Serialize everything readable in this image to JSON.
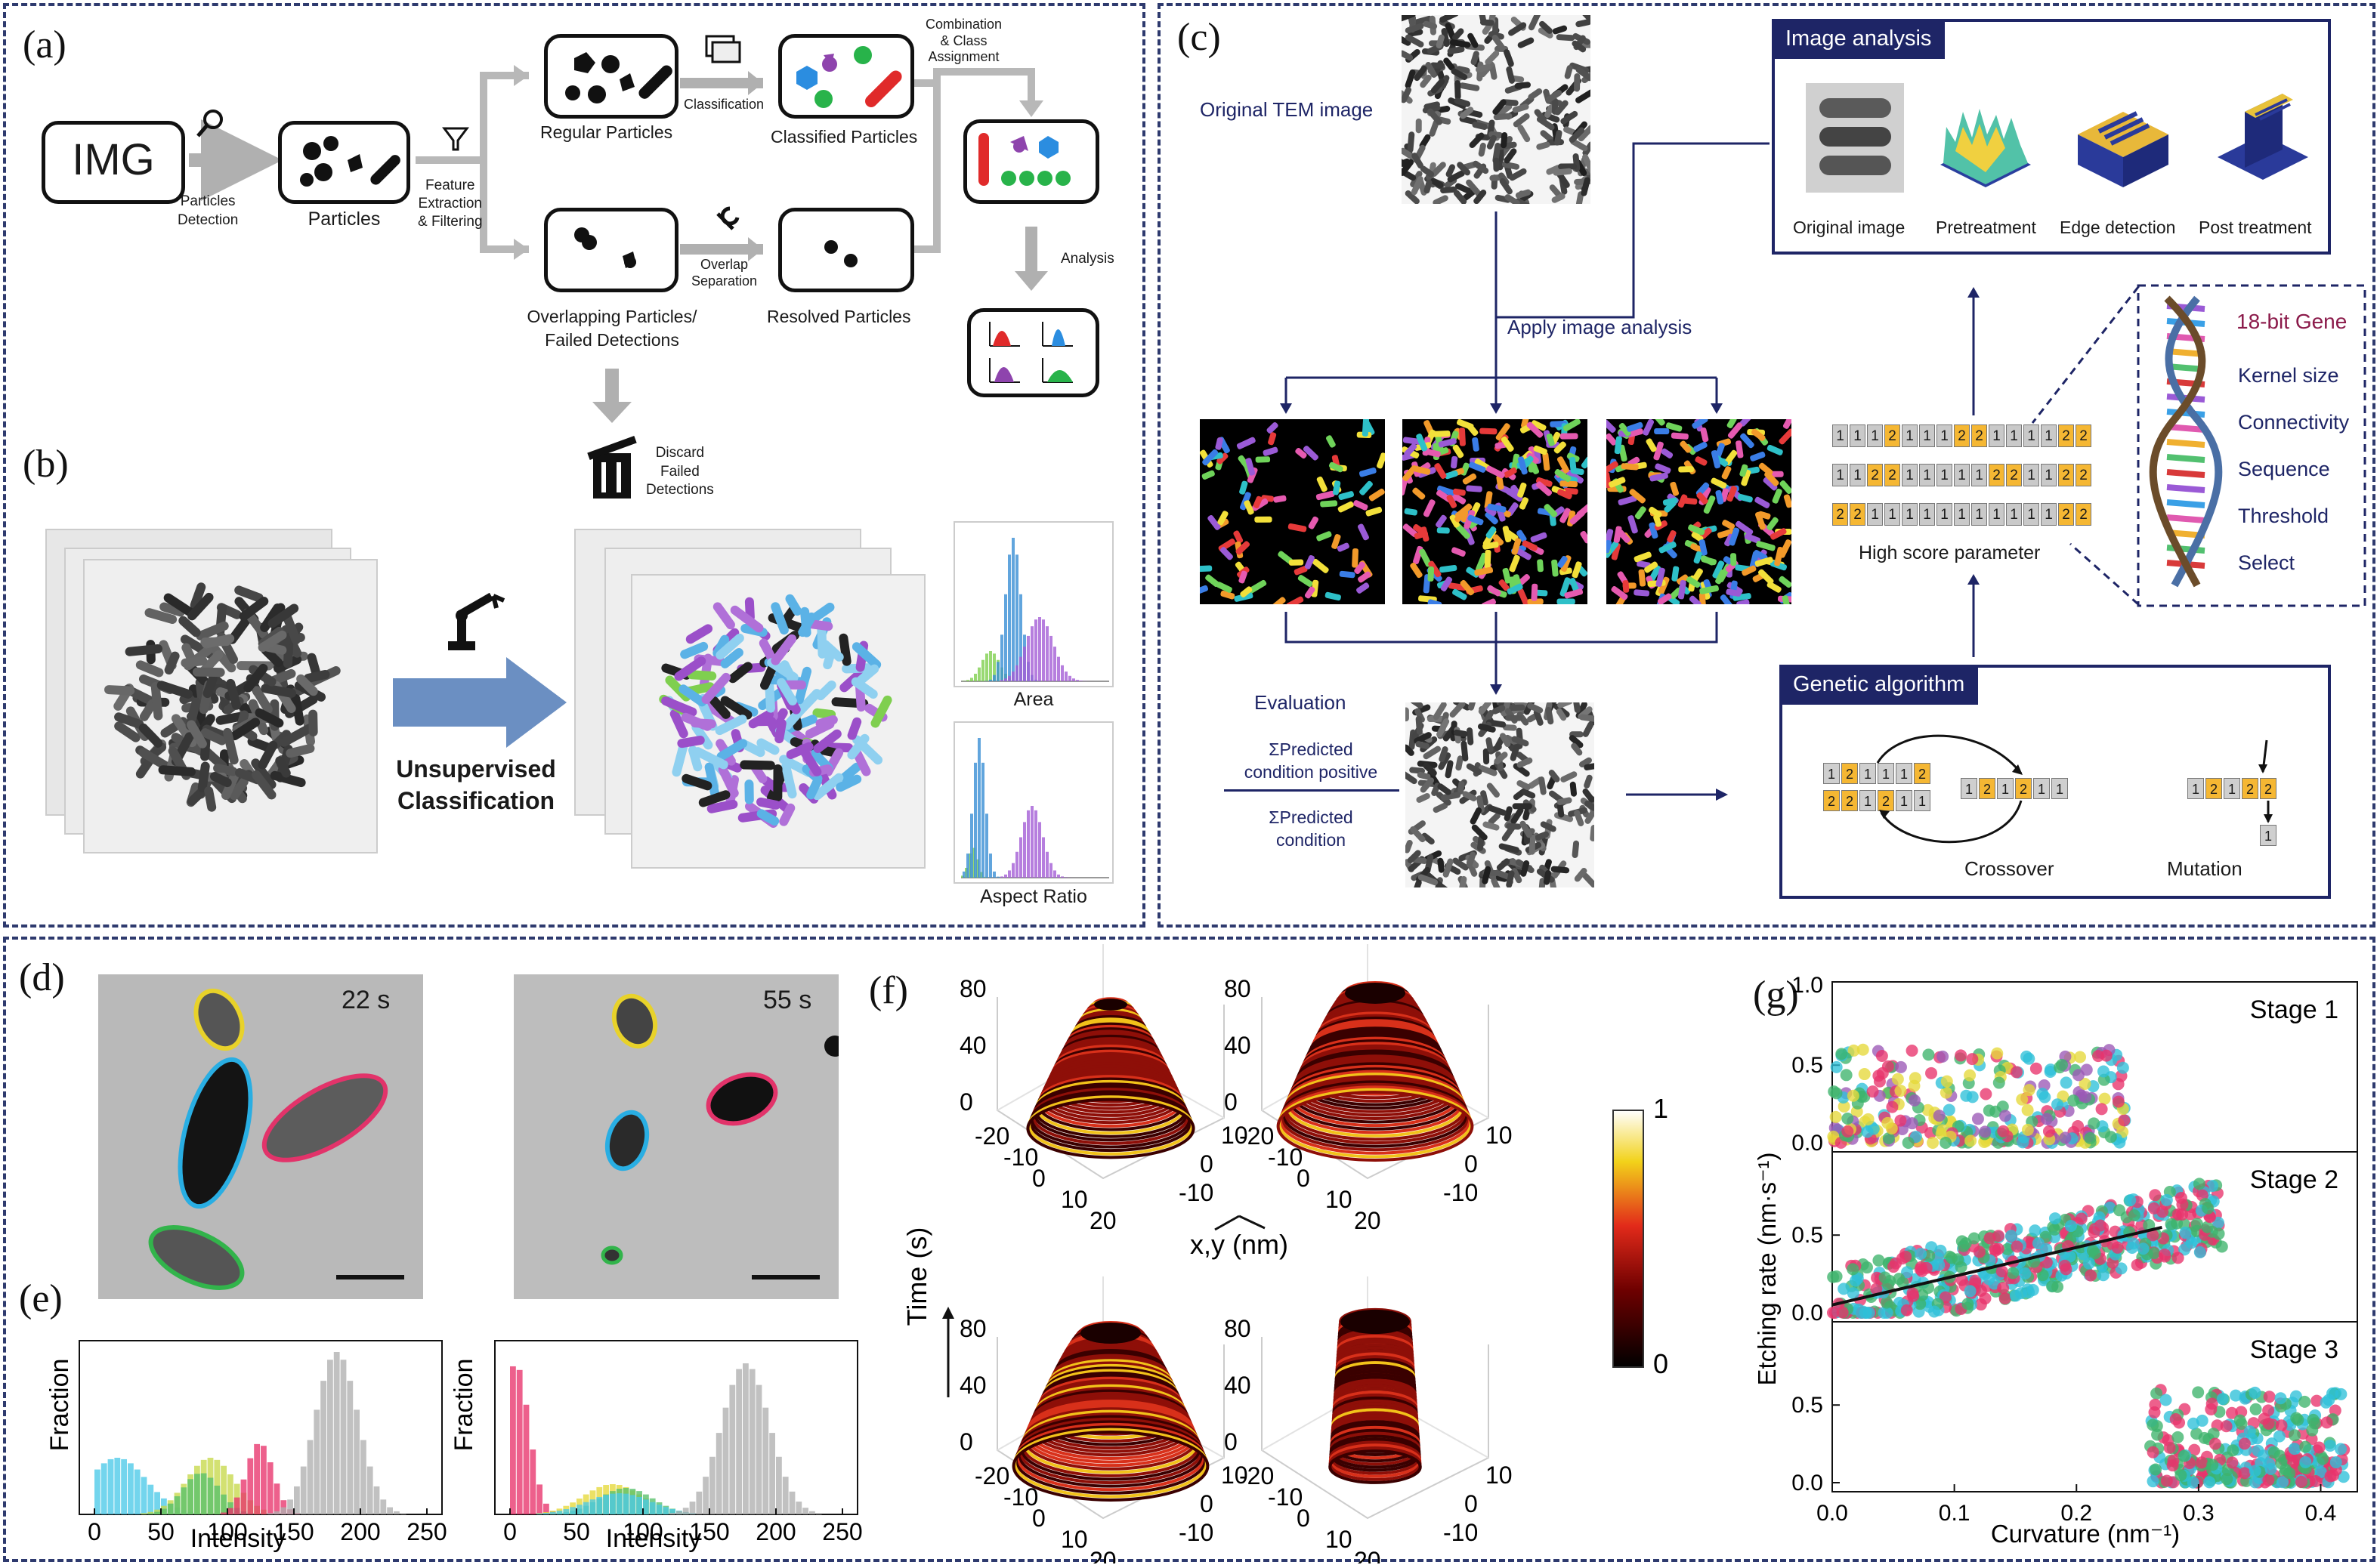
{
  "panel_labels": {
    "a": "(a)",
    "b": "(b)",
    "c": "(c)",
    "d": "(d)",
    "e": "(e)",
    "f": "(f)",
    "g": "(g)"
  },
  "panel_a": {
    "img_box": "IMG",
    "particles_detection": "Particles\nDetection",
    "particles": "Particles",
    "feature_extraction": "Feature\nExtraction\n& Filtering",
    "regular_particles": "Regular Particles",
    "classification": "Classification",
    "classified_particles": "Classified Particles",
    "combination": "Combination\n& Class\nAssignment",
    "overlapping": "Overlapping Particles/\nFailed Detections",
    "overlap_separation": "Overlap\nSeparation",
    "resolved_particles": "Resolved Particles",
    "analysis": "Analysis",
    "discard": "Discard\nFailed\nDetections"
  },
  "panel_b": {
    "arrow_label": "Unsupervised\nClassification",
    "hist_area": "Area",
    "hist_aspect": "Aspect Ratio"
  },
  "panel_c": {
    "original_tem": "Original TEM image",
    "image_analysis_title": "Image analysis",
    "ia_steps": [
      "Original image",
      "Pretreatment",
      "Edge detection",
      "Post treatment"
    ],
    "apply_image_analysis": "Apply image analysis",
    "high_score": "High score parameter",
    "gene_rows": [
      [
        "1",
        "1",
        "1",
        "2",
        "1",
        "1",
        "1",
        "2",
        "2",
        "1",
        "1",
        "1",
        "1",
        "2",
        "2"
      ],
      [
        "1",
        "1",
        "2",
        "2",
        "1",
        "1",
        "1",
        "1",
        "1",
        "2",
        "2",
        "1",
        "1",
        "2",
        "2"
      ],
      [
        "2",
        "2",
        "1",
        "1",
        "1",
        "1",
        "1",
        "1",
        "1",
        "1",
        "1",
        "1",
        "1",
        "2",
        "2"
      ]
    ],
    "gene_title": "18-bit Gene",
    "gene_items": [
      "Kernel size",
      "Connectivity",
      "Sequence",
      "Threshold",
      "Select"
    ],
    "evaluation": "Evaluation",
    "numerator": "ΣPredicted\ncondition positive",
    "denominator": "ΣPredicted\ncondition",
    "genetic_title": "Genetic algorithm",
    "crossover": "Crossover",
    "mutation": "Mutation",
    "xo_row1": [
      "1",
      "2",
      "1",
      "1",
      "1",
      "2"
    ],
    "xo_row2": [
      "2",
      "2",
      "1",
      "2",
      "1",
      "1"
    ],
    "xo_child": [
      "1",
      "2",
      "1",
      "2",
      "1",
      "1"
    ],
    "mut_row": [
      "1",
      "2",
      "1",
      "2",
      "2"
    ],
    "mut_drop": "1"
  },
  "panel_d": {
    "time1": "22 s",
    "time2": "55 s"
  },
  "panel_e": {
    "ylabel": "Fraction",
    "xlabel": "Intensity",
    "ticks": [
      "0",
      "50",
      "100",
      "150",
      "200",
      "250"
    ]
  },
  "panel_f": {
    "zlabel": "Time (s)",
    "xylabel": "x,y (nm)",
    "zticks": [
      "0",
      "40",
      "80"
    ],
    "xticks_left": [
      "-20",
      "-10",
      "0",
      "10",
      "20"
    ],
    "yticks_right": [
      "-10",
      "0",
      "10"
    ],
    "colorbar": [
      "1",
      "0"
    ]
  },
  "chart_data": {
    "type": "scatter",
    "xlabel": "Curvature (nm⁻¹)",
    "ylabel": "Etching rate (nm·s⁻¹)",
    "xlim": [
      0.0,
      0.43
    ],
    "xticks": [
      "0.0",
      "0.1",
      "0.2",
      "0.3",
      "0.4"
    ],
    "yticks": [
      "0.0",
      "0.5",
      "1.0"
    ],
    "ylim_each": [
      0.0,
      0.9
    ],
    "panels": [
      {
        "name": "Stage 1",
        "x_range": [
          0.0,
          0.24
        ],
        "y_range": [
          0.0,
          0.6
        ]
      },
      {
        "name": "Stage 2",
        "x_range": [
          0.0,
          0.32
        ],
        "y_range": [
          0.0,
          0.9
        ],
        "fit_line": {
          "x": [
            0.0,
            0.27
          ],
          "y": [
            0.05,
            0.55
          ]
        }
      },
      {
        "name": "Stage 3",
        "x_range": [
          0.26,
          0.42
        ],
        "y_range": [
          0.0,
          0.6
        ]
      }
    ],
    "colors": [
      "#e8336b",
      "#2ec0d8",
      "#3db36b",
      "#e6d83a",
      "#9b59b6"
    ]
  }
}
